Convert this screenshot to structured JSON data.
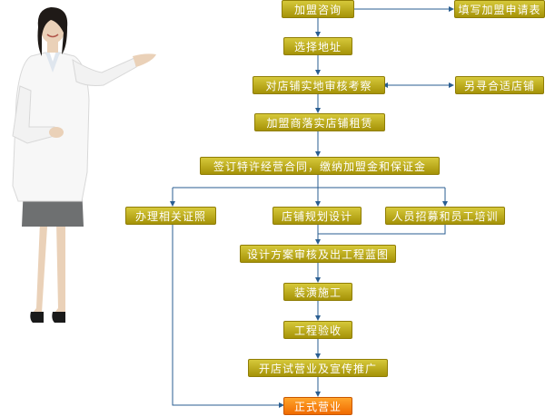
{
  "flowchart": {
    "steps": {
      "join_consult": "加盟咨询",
      "fill_application": "填写加盟申请表",
      "select_location": "选择地址",
      "store_inspection": "对店铺实地审核考察",
      "find_other_store": "另寻合适店铺",
      "store_lease": "加盟商落实店铺租赁",
      "sign_contract": "签订特许经营合同，缴纳加盟金和保证金",
      "handle_licenses": "办理相关证照",
      "store_planning": "店铺规划设计",
      "staff_training": "人员招募和员工培训",
      "design_review": "设计方案审核及出工程蓝图",
      "renovation": "装潢施工",
      "acceptance": "工程验收",
      "trial_opening": "开店试营业及宣传推广",
      "official_opening": "正式营业"
    }
  },
  "colors": {
    "box_fill_top": "#d6c83a",
    "box_fill_bottom": "#a59207",
    "final_box_fill": "#f57a00",
    "connector": "#2a5e91"
  }
}
